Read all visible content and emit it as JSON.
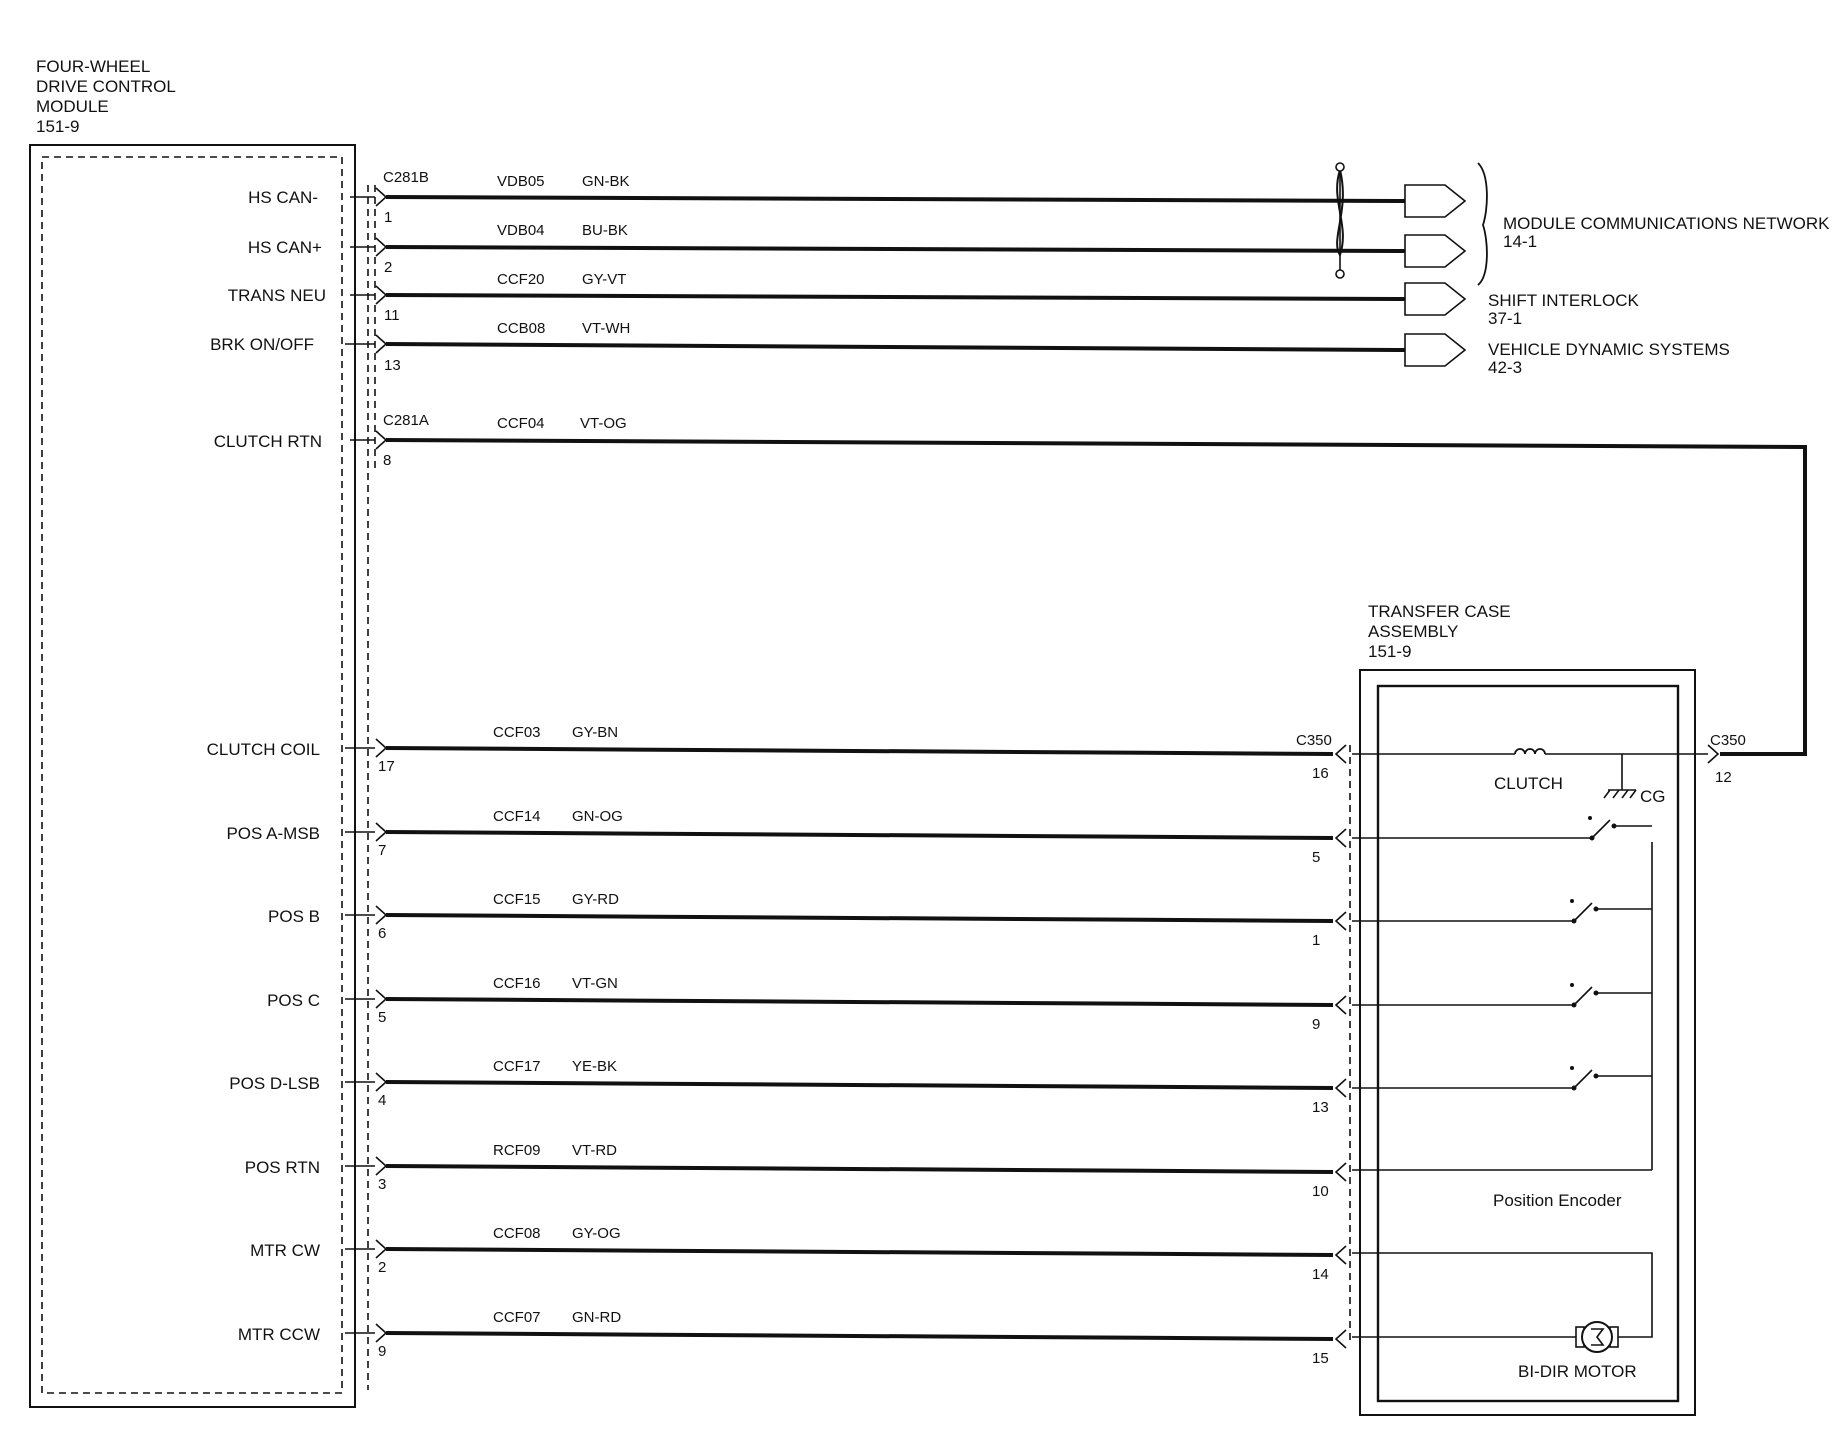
{
  "module": {
    "name_lines": [
      "FOUR-WHEEL",
      "DRIVE CONTROL",
      "MODULE",
      "151-9"
    ]
  },
  "connectors": {
    "c281b": "C281B",
    "c281a": "C281A",
    "c350": "C350"
  },
  "upper_circuits": [
    {
      "label": "HS CAN-",
      "pin": "1",
      "circuit": "VDB05",
      "color": "GN-BK",
      "twisted": true
    },
    {
      "label": "HS CAN+",
      "pin": "2",
      "circuit": "VDB04",
      "color": "BU-BK",
      "twisted": true
    },
    {
      "label": "TRANS NEU",
      "pin": "11",
      "circuit": "CCF20",
      "color": "GY-VT",
      "twisted": false
    },
    {
      "label": "BRK ON/OFF",
      "pin": "13",
      "circuit": "CCB08",
      "color": "VT-WH",
      "twisted": false
    }
  ],
  "destinations": [
    {
      "name": "MODULE COMMUNICATIONS NETWORK",
      "ref": "14-1"
    },
    {
      "name": "SHIFT INTERLOCK",
      "ref": "37-1"
    },
    {
      "name": "VEHICLE DYNAMIC SYSTEMS",
      "ref": "42-3"
    }
  ],
  "clutch_return": {
    "label": "CLUTCH RTN",
    "pin": "8",
    "circuit": "CCF04",
    "color": "VT-OG",
    "case_pin": "12"
  },
  "lower_circuits": [
    {
      "label": "CLUTCH COIL",
      "pin": "17",
      "circuit": "CCF03",
      "color": "GY-BN",
      "case_pin": "16"
    },
    {
      "label": "POS A-MSB",
      "pin": "7",
      "circuit": "CCF14",
      "color": "GN-OG",
      "case_pin": "5"
    },
    {
      "label": "POS B",
      "pin": "6",
      "circuit": "CCF15",
      "color": "GY-RD",
      "case_pin": "1"
    },
    {
      "label": "POS C",
      "pin": "5",
      "circuit": "CCF16",
      "color": "VT-GN",
      "case_pin": "9"
    },
    {
      "label": "POS D-LSB",
      "pin": "4",
      "circuit": "CCF17",
      "color": "YE-BK",
      "case_pin": "13"
    },
    {
      "label": "POS RTN",
      "pin": "3",
      "circuit": "RCF09",
      "color": "VT-RD",
      "case_pin": "10"
    },
    {
      "label": "MTR CW",
      "pin": "2",
      "circuit": "CCF08",
      "color": "GY-OG",
      "case_pin": "14"
    },
    {
      "label": "MTR CCW",
      "pin": "9",
      "circuit": "CCF07",
      "color": "GN-RD",
      "case_pin": "15"
    }
  ],
  "transfer_case": {
    "name_lines": [
      "TRANSFER  CASE",
      "ASSEMBLY",
      "151-9"
    ],
    "clutch": "CLUTCH",
    "ground": "CG",
    "encoder": "Position Encoder",
    "motor": "BI-DIR MOTOR"
  }
}
